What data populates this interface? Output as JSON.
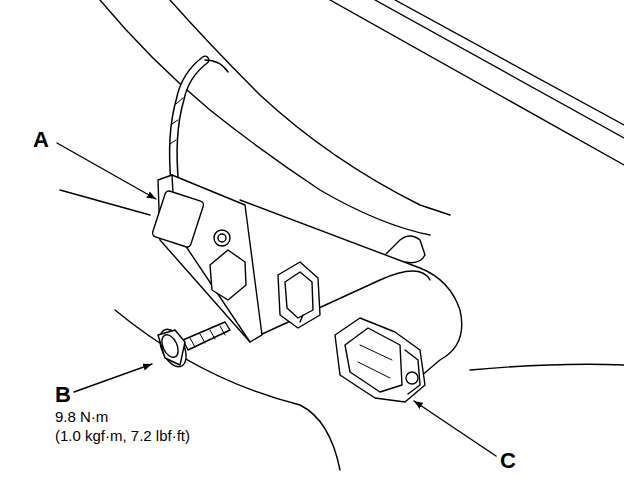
{
  "diagram": {
    "labels": [
      "A",
      "B",
      "9.8 N·m",
      "(1.0 kgf·m, 7.2 lbf·ft)",
      "C"
    ]
  }
}
